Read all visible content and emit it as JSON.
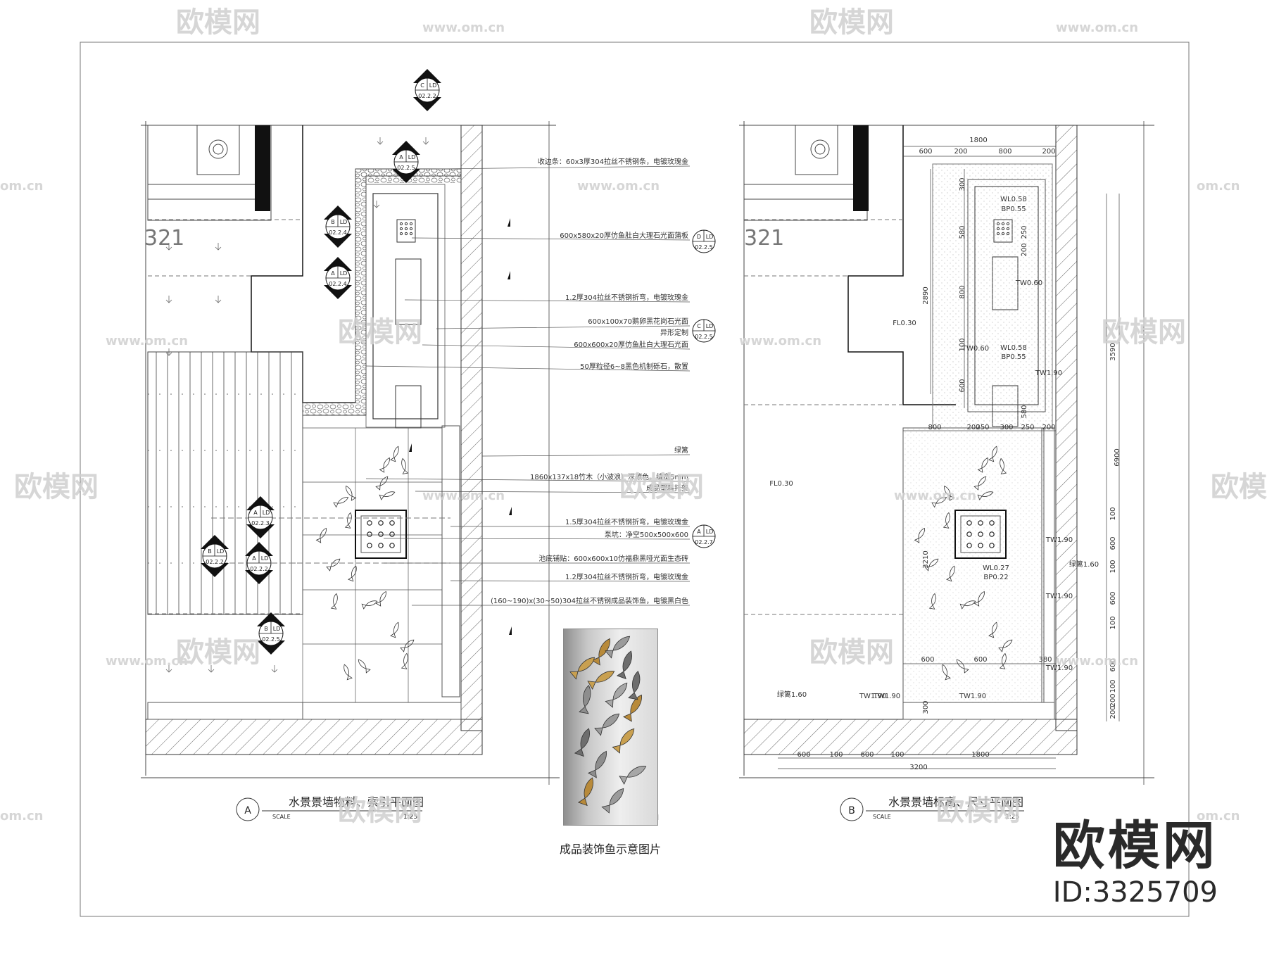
{
  "watermark": {
    "brand_cn": "欧模网",
    "site": "www.om.cn",
    "site_short": "om.cn",
    "id_label": "ID:3325709"
  },
  "plan_a": {
    "badge": "A",
    "title": "水景景墙物料、索引平面图",
    "scale_label": "SCALE",
    "scale": "1:25",
    "room_code": "321",
    "callouts": [
      {
        "top": "C",
        "top_right": "LD",
        "bottom": "02.2.2"
      },
      {
        "top": "A",
        "top_right": "LD",
        "bottom": "02.2.5"
      },
      {
        "top": "B",
        "top_right": "LD",
        "bottom": "02.2.4"
      },
      {
        "top": "A",
        "top_right": "LD",
        "bottom": "02.2.4"
      },
      {
        "top": "A",
        "top_right": "LD",
        "bottom": "02.2.3"
      },
      {
        "top": "B",
        "top_right": "LD",
        "bottom": "02.2.2"
      },
      {
        "top": "A",
        "top_right": "LD",
        "bottom": "02.2.2"
      },
      {
        "top": "B",
        "top_right": "LD",
        "bottom": "02.2.5"
      }
    ],
    "annotations": [
      "收边条：60x3厚304拉丝不锈钢条，电镀玫瑰金",
      "600x580x20厚仿鱼肚白大理石光面蒲板",
      "1.2厚304拉丝不锈钢折弯，电镀玫瑰金",
      "600x100x70鹅卵黑花岗石光面",
      "异形定制",
      "600x600x20厚仿鱼肚白大理石光面",
      "50厚粒径6~8黑色机制砾石，散置",
      "绿篱",
      "1860x137x18竹木（小波浪）深碳色，缝宽5mm",
      "成品塑料托架",
      "1.5厚304拉丝不锈钢折弯，电镀玫瑰金",
      "泵坑：净空500x500x600",
      "池底铺贴：600x600x10仿福鼎黑哑光面生态砖",
      "1.2厚304拉丝不锈钢折弯，电镀玫瑰金",
      "(160~190)x(30~50)304拉丝不锈钢成品装饰鱼，电镀黑白色"
    ],
    "annotation_refs": [
      {
        "top": "D",
        "top_right": "LD",
        "bottom": "02.2.5"
      },
      {
        "top": "C",
        "top_right": "LD",
        "bottom": "02.2.5"
      },
      {
        "top": "A",
        "top_right": "LD",
        "bottom": "02.2.7"
      }
    ]
  },
  "plan_b": {
    "badge": "B",
    "title": "水景景墙标高、尺寸平面图",
    "scale_label": "SCALE",
    "scale": "1:25",
    "room_code": "321",
    "levels": [
      "WL0.58",
      "BP0.55",
      "TW0.60",
      "FL0.30",
      "WL0.58",
      "BP0.55",
      "TW1.90",
      "FL0.30",
      "WL0.27",
      "BP0.22",
      "TW1.90",
      "TW1.90",
      "TW1.90",
      "绿篱1.60",
      "TW1.90",
      "TW1.90",
      "TW1.90",
      "绿篱1.60",
      "TW0.60"
    ],
    "dims_top": [
      "1800",
      "600",
      "200",
      "800",
      "200"
    ],
    "dims_mid": [
      "800",
      "200",
      "250",
      "300",
      "250",
      "200"
    ],
    "dims_vert_inner": [
      "300",
      "580",
      "250",
      "800",
      "200",
      "100",
      "600",
      "580",
      "2890",
      "3210"
    ],
    "dims_bottom_row": [
      "600",
      "600",
      "380"
    ],
    "dims_bottom": [
      "600",
      "100",
      "600",
      "100",
      "1800"
    ],
    "dim_total_bottom": "3200",
    "dim_300": "300",
    "dims_right": [
      "3590",
      "6900",
      "100",
      "600",
      "100",
      "600",
      "100",
      "600",
      "100",
      "200",
      "200"
    ]
  },
  "photo": {
    "caption": "成品装饰鱼示意图片"
  }
}
